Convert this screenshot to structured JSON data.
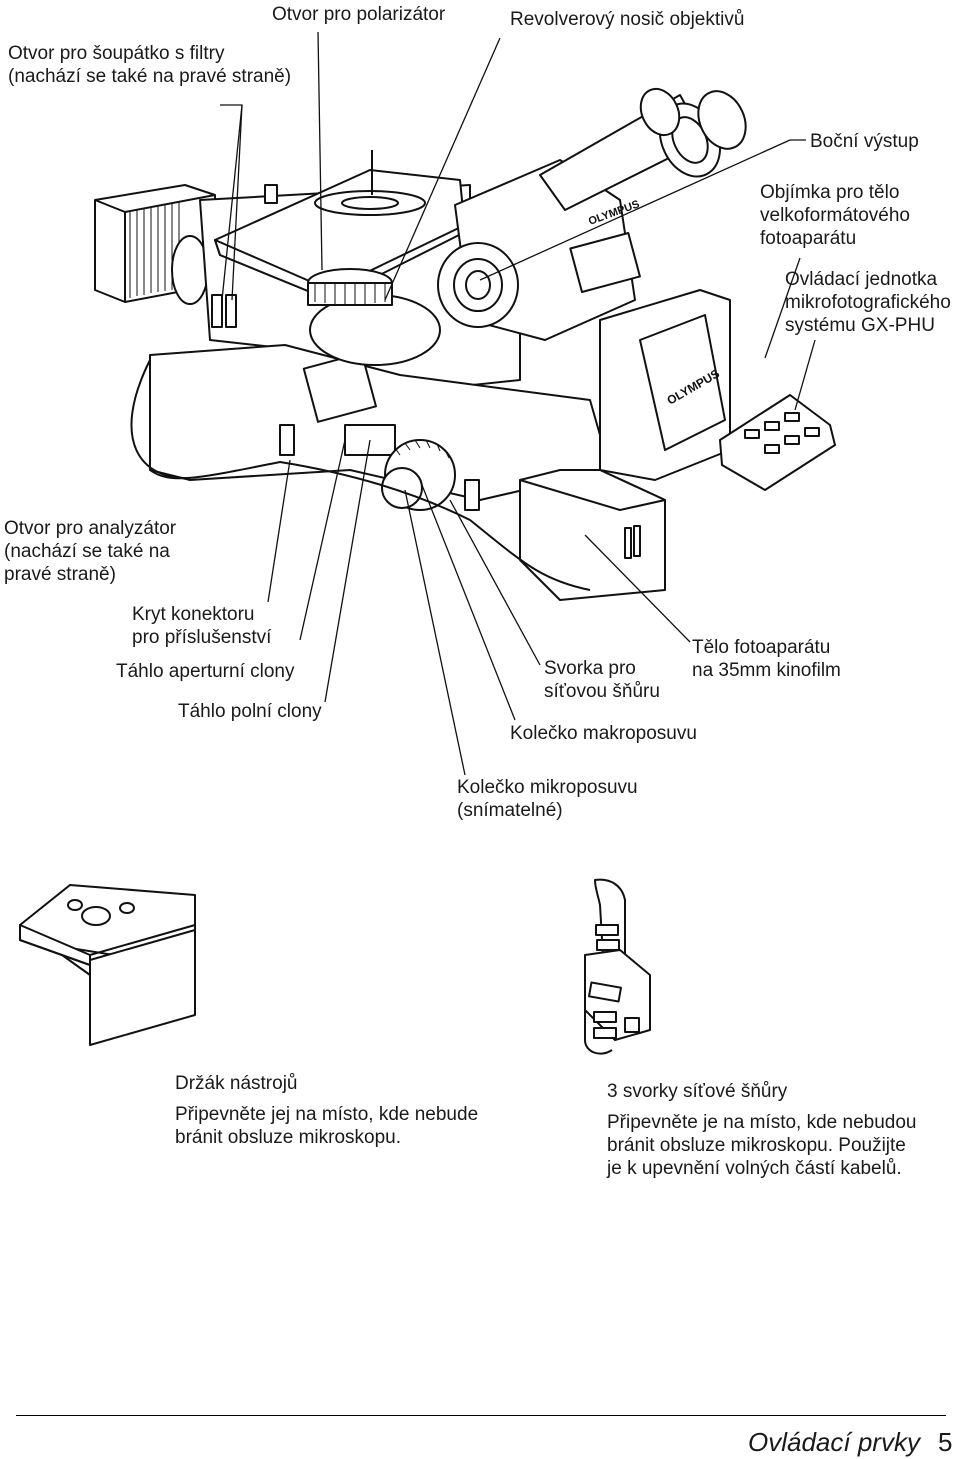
{
  "labels": {
    "slider_slot": "Otvor pro šoupátko s filtry\n(nachází se také na pravé straně)",
    "polarizer_slot": "Otvor pro polarizátor",
    "nosepiece": "Revolverový nosič objektivů",
    "side_port": "Boční výstup",
    "large_camera_mount": "Objímka pro tělo\nvelkoformátového\nfotoaparátu",
    "gx_phu_unit": "Ovládací jednotka\nmikrofotografického\nsystému GX-PHU",
    "analyzer_slot": "Otvor pro analyzátor\n(nachází se také na\npravé straně)",
    "connector_cover": "Kryt konektoru\npro příslušenství",
    "aperture_lever": "Táhlo aperturní clony",
    "field_lever": "Táhlo polní clony",
    "cord_clamp": "Svorka pro\nsíťovou šňůru",
    "camera_35mm": "Tělo fotoaparátu\nna 35mm kinofilm",
    "coarse_knob": "Kolečko makroposuvu",
    "fine_knob": "Kolečko mikroposuvu\n(snímatelné)"
  },
  "tool_holder": {
    "title": "Držák nástrojů",
    "text": "Připevněte jej na místo, kde nebude\nbránit obsluze mikroskopu."
  },
  "cord_clamps": {
    "title": "3 svorky síťové šňůry",
    "text": "Připevněte je na místo, kde nebudou\nbránit obsluze mikroskopu. Použijte\nje k upevnění volných částí kabelů."
  },
  "brand": "OLYMPUS",
  "footer": {
    "section": "Ovládací prvky",
    "page": "5"
  }
}
